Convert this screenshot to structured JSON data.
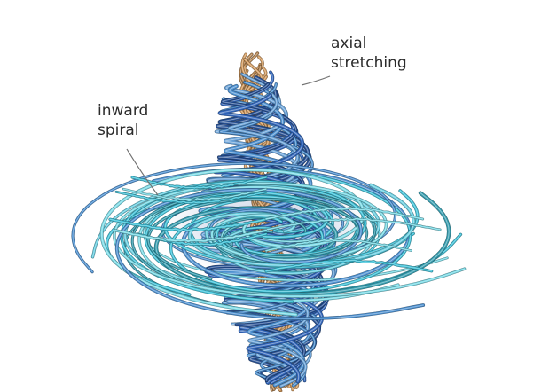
{
  "annotations": {
    "axial": {
      "line1": "axial",
      "line2": "stretching"
    },
    "inward": {
      "line1": "inward",
      "line2": "spiral"
    }
  },
  "palette": {
    "copper": "#d29a5e",
    "deep_blue": "#2f63b8",
    "mid_blue": "#4b8fd0",
    "teal": "#3ec1d8",
    "pale_teal": "#79dbe7",
    "leader_line": "#707070"
  }
}
